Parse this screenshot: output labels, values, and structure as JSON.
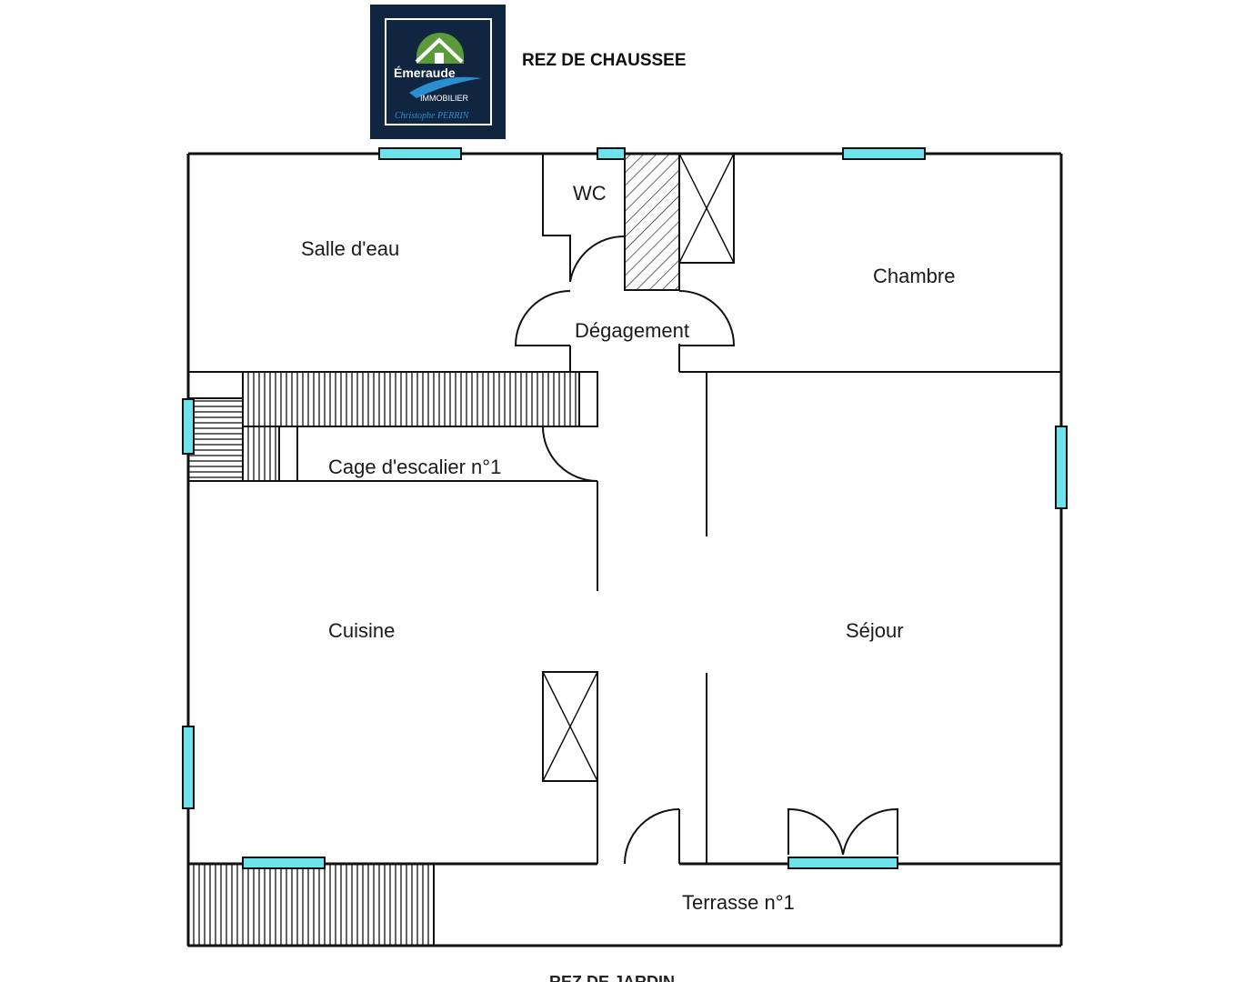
{
  "header": {
    "title": "REZ DE CHAUSSEE",
    "logo": {
      "brand": "Émeraude",
      "sub": "IMMOBILIER",
      "signature": "Christophe PERRIN",
      "colors": {
        "background": "#0f2540",
        "green": "#5a9a3a",
        "blue": "#2a8fd0"
      }
    }
  },
  "rooms": {
    "salle_deau": "Salle d'eau",
    "wc": "WC",
    "chambre": "Chambre",
    "degagement": "Dégagement",
    "cage_escalier": "Cage d'escalier n°1",
    "cuisine": "Cuisine",
    "sejour": "Séjour",
    "terrasse": "Terrasse n°1"
  },
  "footer": {
    "label": "REZ DE JARDIN"
  },
  "colors": {
    "window": "#6fe3ec",
    "wall": "#111111"
  }
}
